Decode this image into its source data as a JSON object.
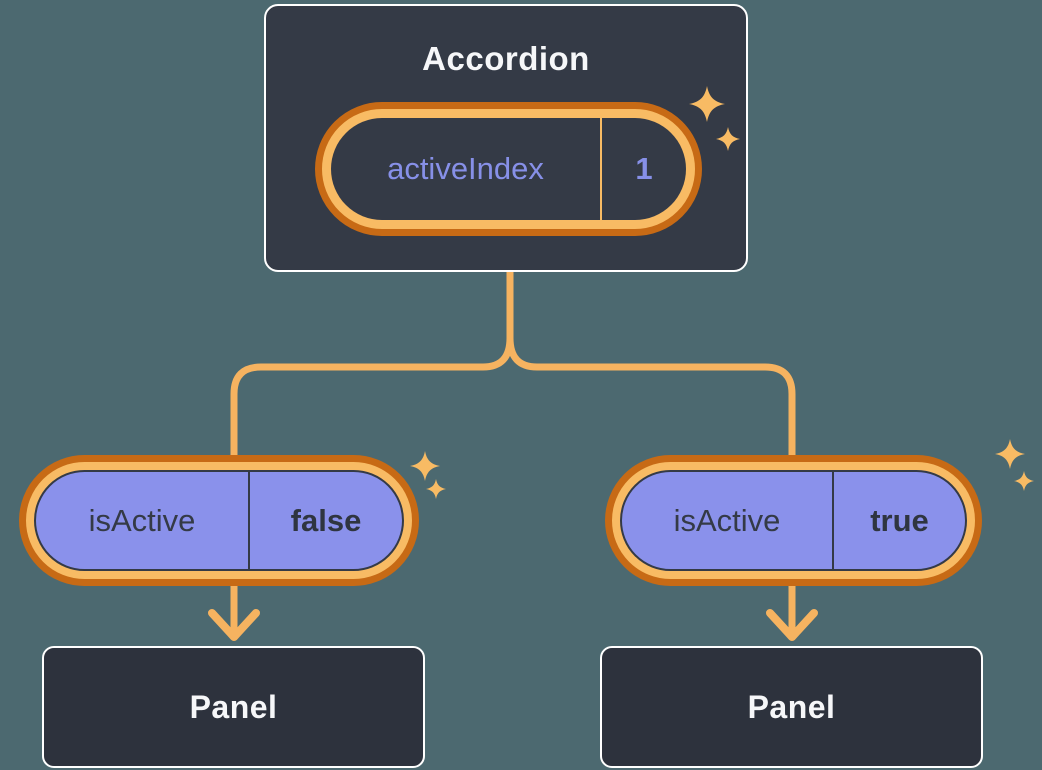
{
  "background": "#4C6970",
  "palette": {
    "card_bg": "#343A46",
    "panel_bg": "#2D323D",
    "card_border": "#FFFFFF",
    "ring_outer_orange": "#C76A15",
    "ring_inner_orange": "#F8BB64",
    "connector_orange": "#F6B360",
    "purple_fill": "#8A91EB",
    "purple_text": "#8790E8",
    "dark_text": "#343A46",
    "light_text": "#F6F7F9",
    "sparkle": "#F8BB64"
  },
  "accordion": {
    "title": "Accordion",
    "state": {
      "name": "activeIndex",
      "value": "1"
    }
  },
  "children": [
    {
      "prop": {
        "name": "isActive",
        "value": "false"
      },
      "panel": {
        "label": "Panel"
      }
    },
    {
      "prop": {
        "name": "isActive",
        "value": "true"
      },
      "panel": {
        "label": "Panel"
      }
    }
  ]
}
